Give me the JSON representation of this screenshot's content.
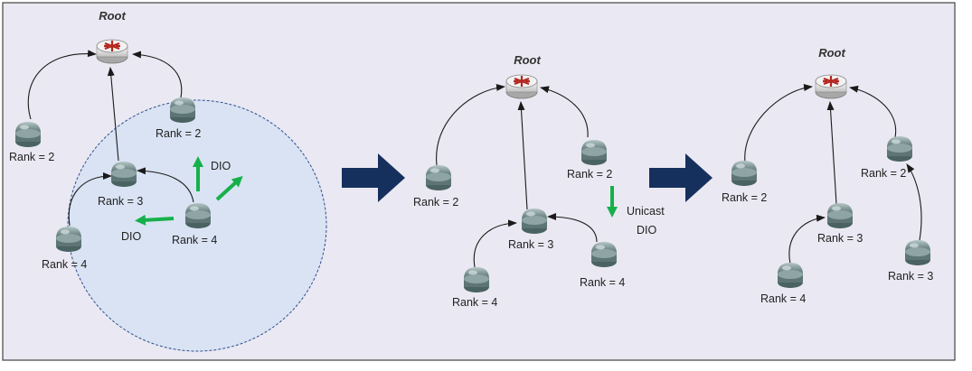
{
  "colors": {
    "panel_bg": "#eae8f2",
    "panel_border": "#444444",
    "circle_fill": "#d9e3f3",
    "circle_stroke": "#2f4f8f",
    "big_arrow": "#16305e",
    "green_arrow": "#16b04a",
    "node_top": "#9fb3b3",
    "node_base": "#5d7575"
  },
  "stage1": {
    "root_label": "Root",
    "node_a": "Rank = 2",
    "node_b": "Rank = 2",
    "node_c": "Rank = 3",
    "node_d": "Rank = 4",
    "node_e": "Rank = 4",
    "dio_up": "DIO",
    "dio_left": "DIO"
  },
  "stage2": {
    "root_label": "Root",
    "node_a": "Rank = 2",
    "node_b": "Rank = 2",
    "node_c": "Rank = 3",
    "node_d": "Rank = 4",
    "node_e": "Rank = 4",
    "unicast_line1": "Unicast",
    "unicast_line2": "DIO"
  },
  "stage3": {
    "root_label": "Root",
    "node_a": "Rank = 2",
    "node_b": "Rank = 2",
    "node_c": "Rank = 3",
    "node_d": "Rank = 4",
    "node_e": "Rank = 3"
  }
}
